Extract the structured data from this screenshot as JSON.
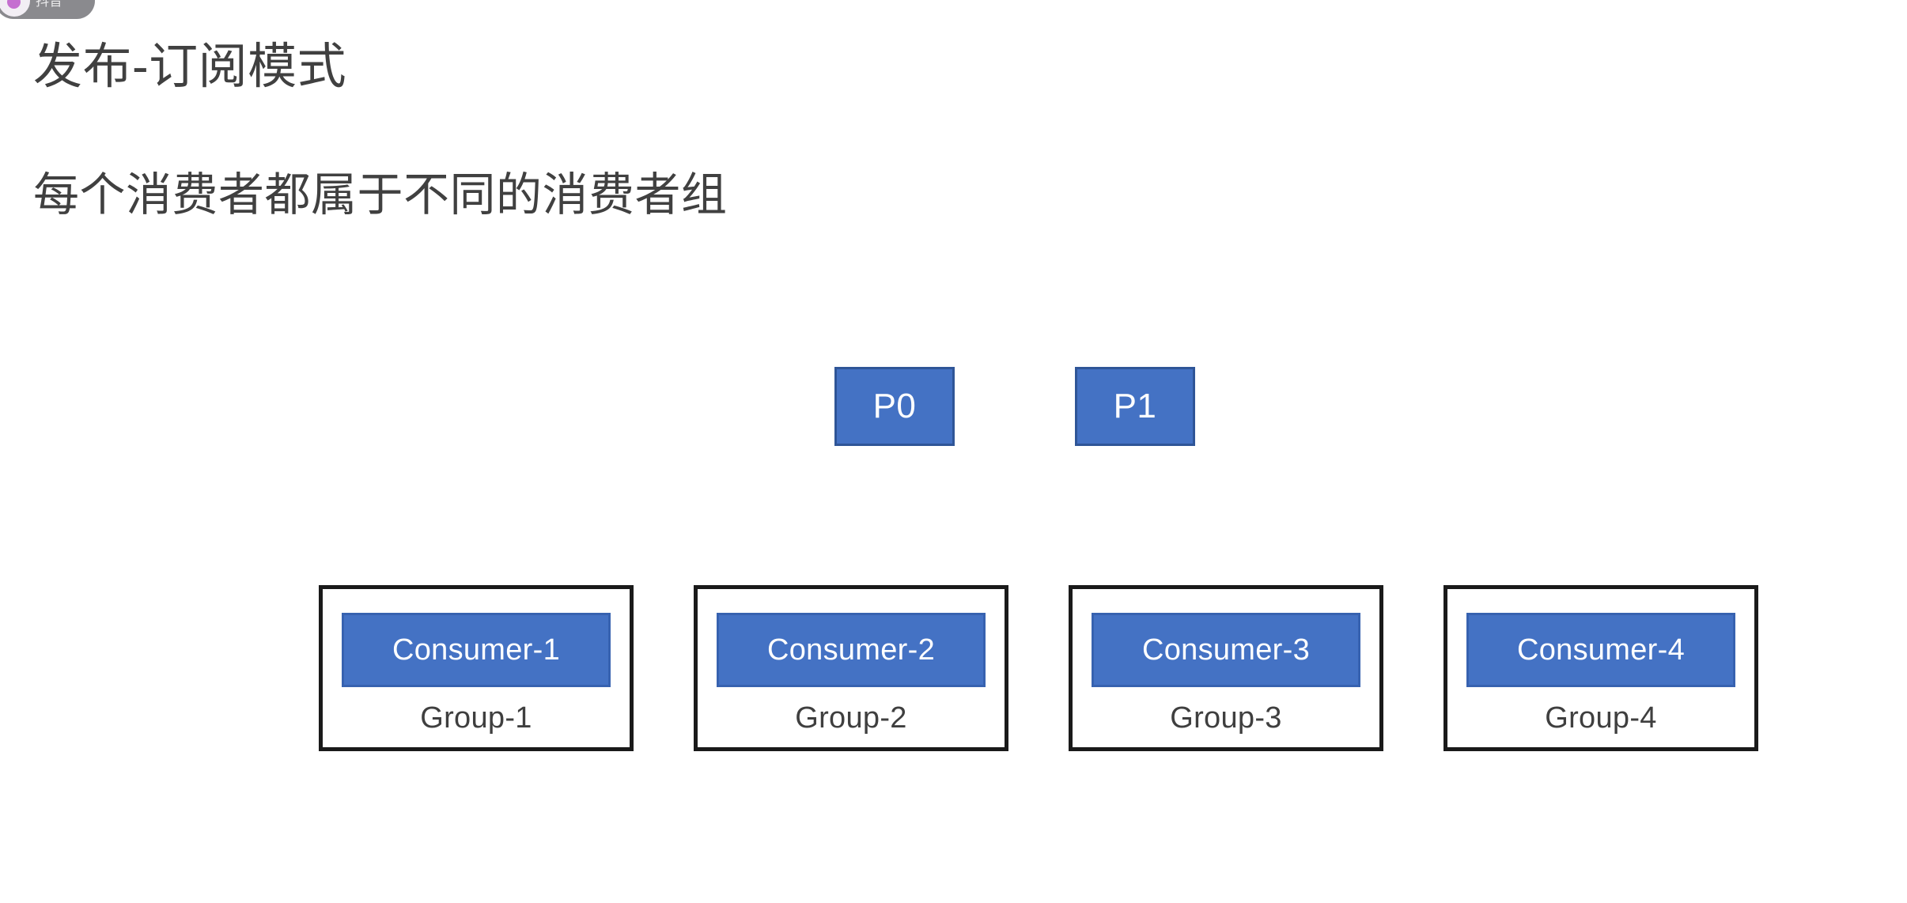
{
  "watermark": {
    "label": "抖音",
    "avatar_icon": "user-avatar-icon"
  },
  "slide": {
    "title": "发布-订阅模式",
    "subtitle": "每个消费者都属于不同的消费者组"
  },
  "diagram": {
    "partitions": [
      {
        "label": "P0"
      },
      {
        "label": "P1"
      }
    ],
    "groups": [
      {
        "consumer": "Consumer-1",
        "group": "Group-1"
      },
      {
        "consumer": "Consumer-2",
        "group": "Group-2"
      },
      {
        "consumer": "Consumer-3",
        "group": "Group-3"
      },
      {
        "consumer": "Consumer-4",
        "group": "Group-4"
      }
    ]
  },
  "colors": {
    "accent_blue": "#4472c4",
    "accent_blue_border": "#2f5597",
    "group_border": "#1a1a1a",
    "text_gray": "#404040",
    "background": "#ffffff",
    "watermark_gray": "#8a8a8e"
  }
}
